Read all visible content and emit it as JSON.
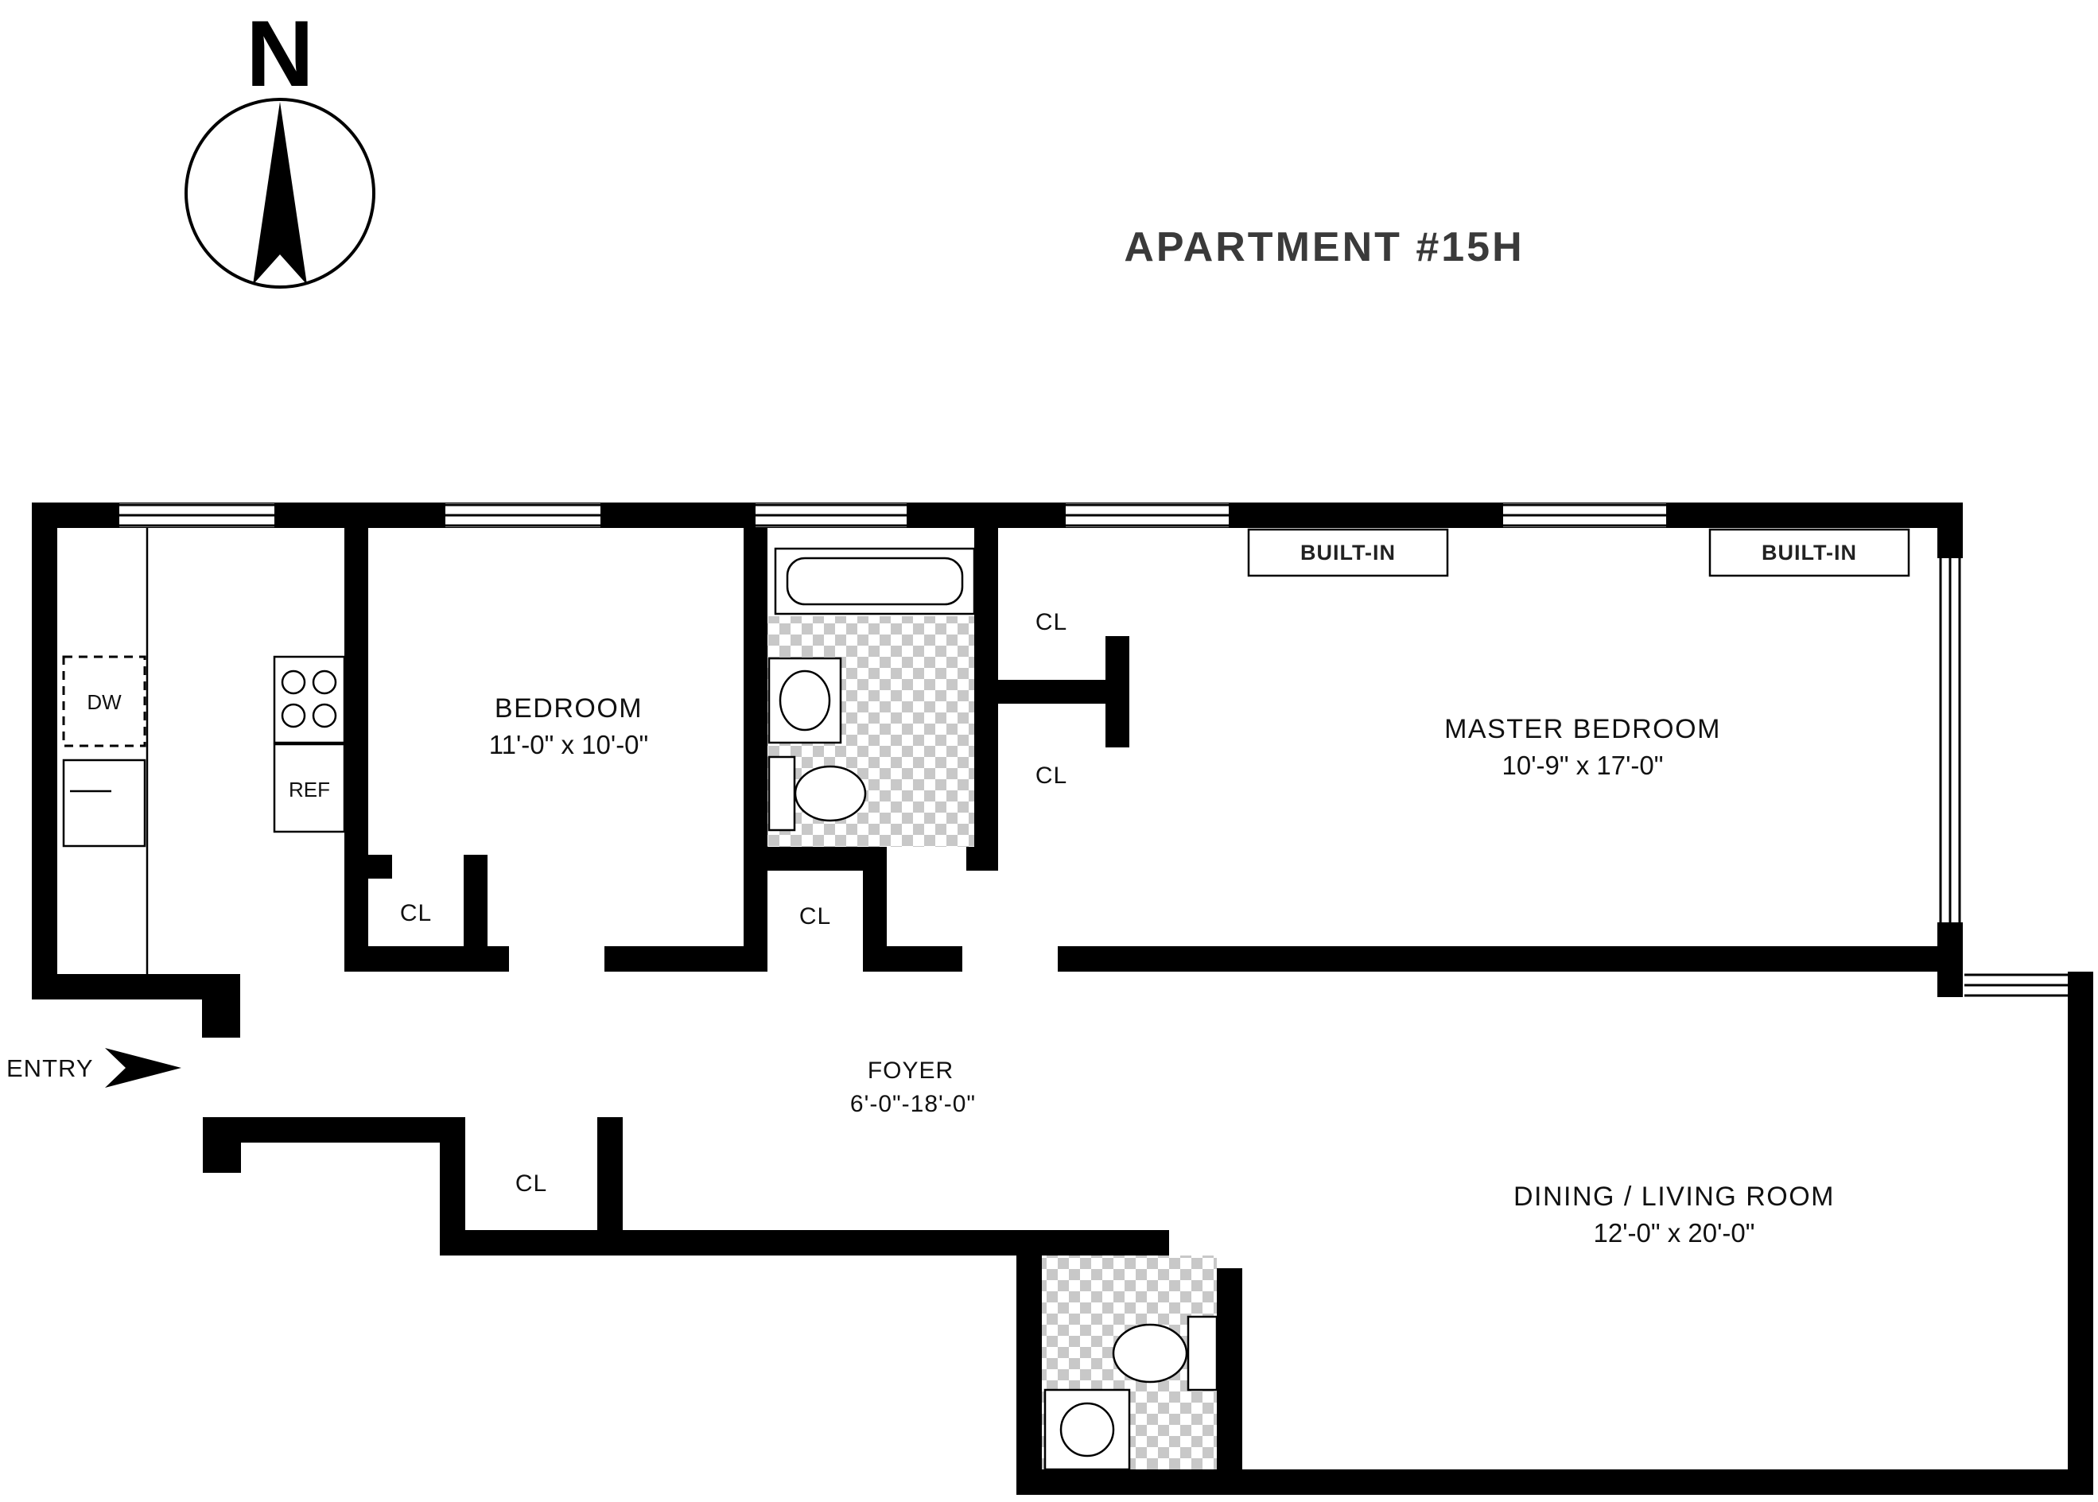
{
  "title": "APARTMENT #15H",
  "compass": {
    "north_label": "N"
  },
  "entry": {
    "label": "ENTRY"
  },
  "rooms": {
    "bedroom": {
      "name": "BEDROOM",
      "dims": "11'-0\" x 10'-0\""
    },
    "master_bedroom": {
      "name": "MASTER BEDROOM",
      "dims": "10'-9\" x 17'-0\""
    },
    "dining_living": {
      "name": "DINING / LIVING ROOM",
      "dims": "12'-0\" x 20'-0\""
    },
    "foyer": {
      "name": "FOYER",
      "dims": "6'-0\"-18'-0\""
    }
  },
  "labels": {
    "closet": "CL",
    "built_in": "BUILT-IN",
    "dishwasher": "DW",
    "refrigerator": "REF"
  },
  "colors": {
    "walls": "#000000",
    "tile": "#c8c8c8",
    "text": "#1a1a1a"
  }
}
